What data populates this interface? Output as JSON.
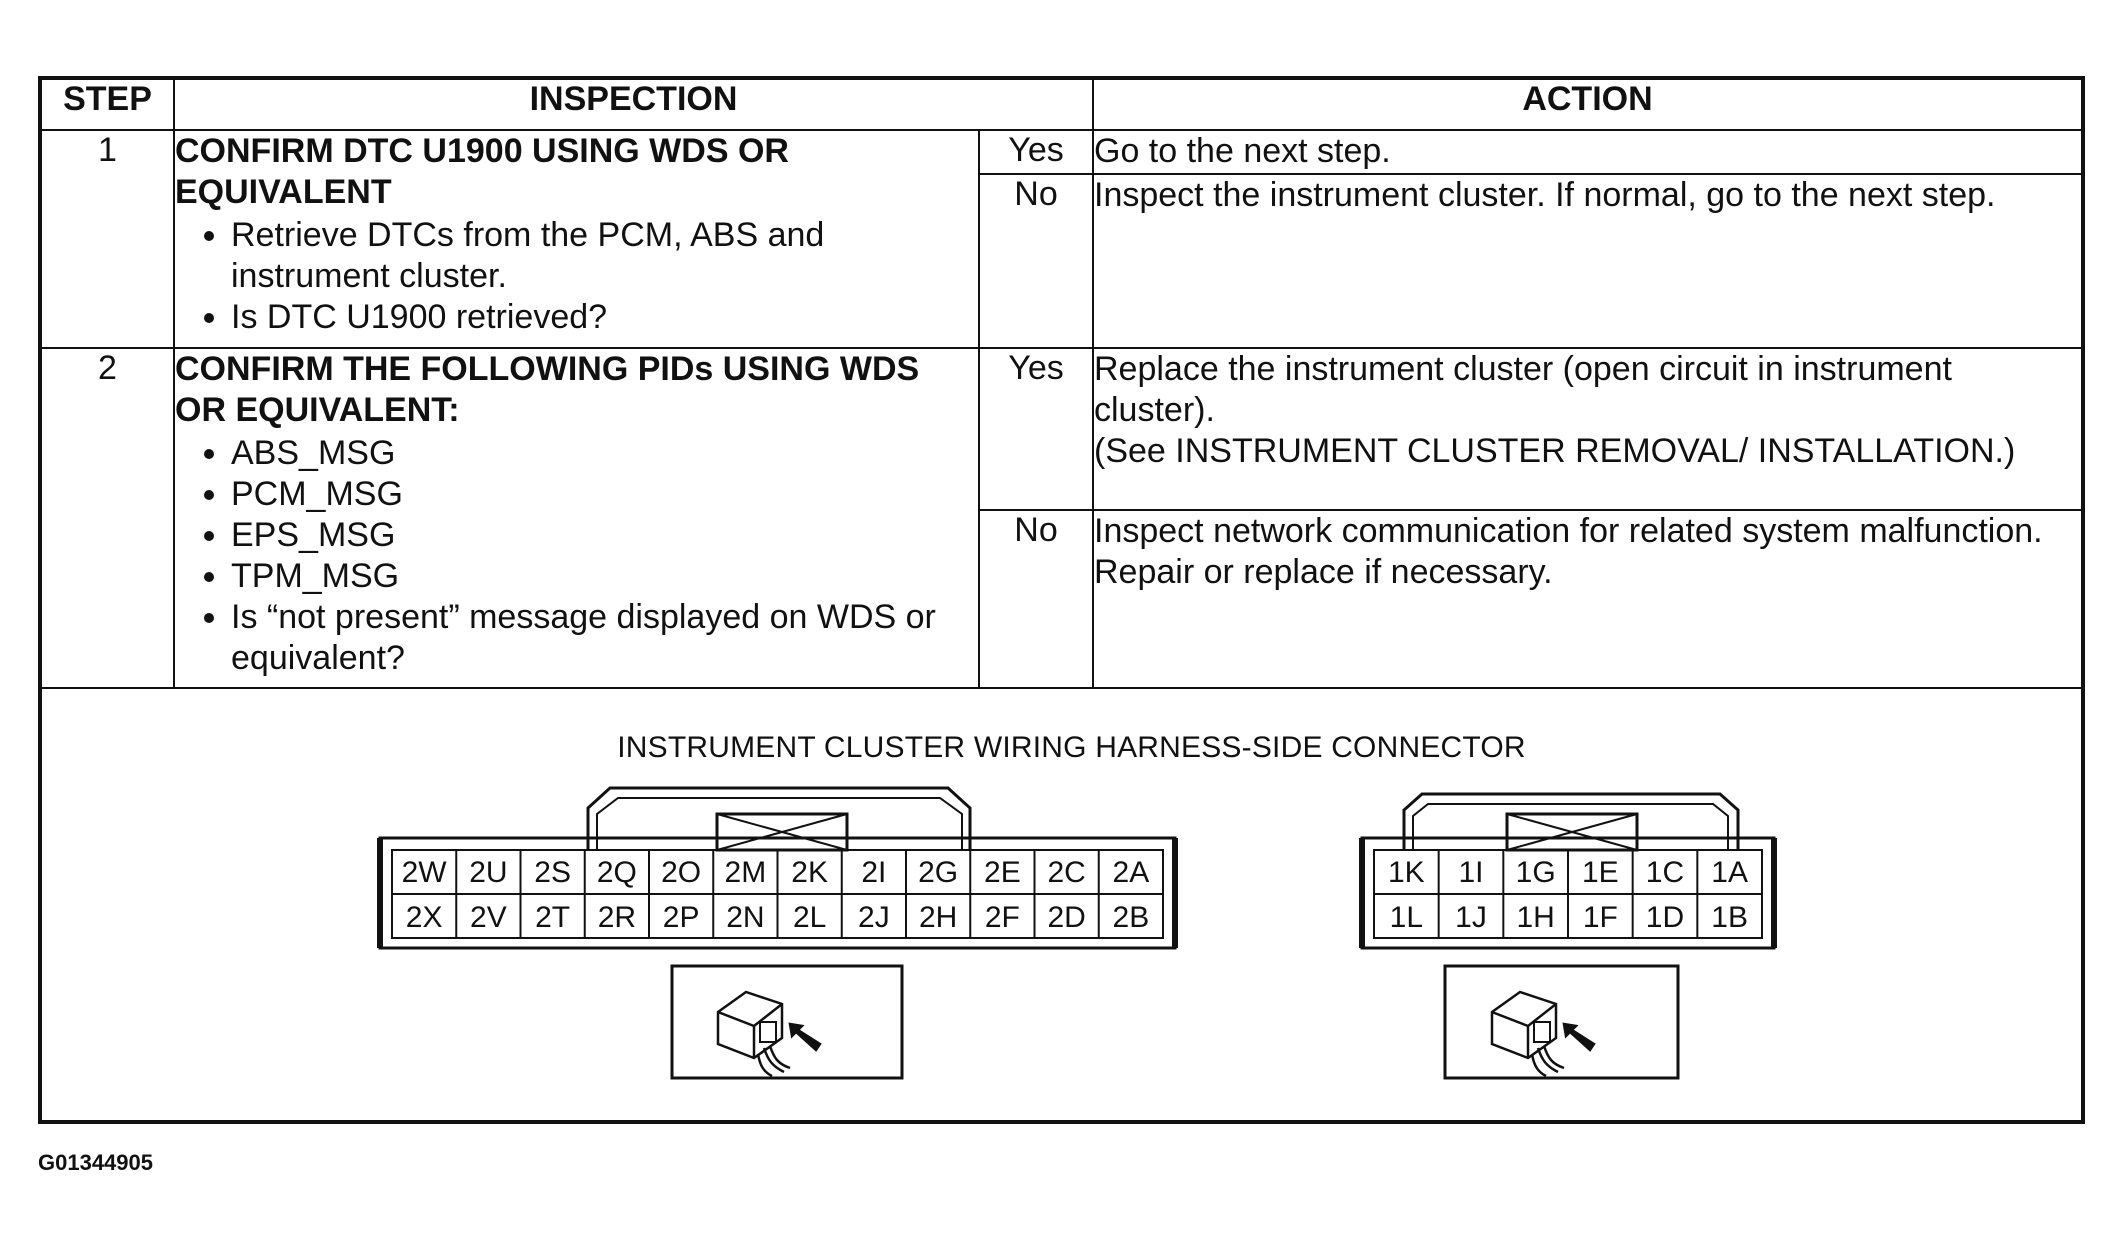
{
  "table": {
    "headers": {
      "step": "STEP",
      "inspection": "INSPECTION",
      "action": "ACTION"
    },
    "rows": [
      {
        "step": "1",
        "title": "CONFIRM DTC U1900 USING WDS OR EQUIVALENT",
        "bullets": [
          "Retrieve DTCs from the PCM, ABS and instrument cluster.",
          "Is DTC U1900 retrieved?"
        ],
        "yes_label": "Yes",
        "yes_action": "Go to the next step.",
        "no_label": "No",
        "no_action": "Inspect the instrument cluster. If normal, go to the next step."
      },
      {
        "step": "2",
        "title": "CONFIRM THE FOLLOWING PIDs USING WDS OR EQUIVALENT:",
        "bullets": [
          "ABS_MSG",
          "PCM_MSG",
          "EPS_MSG",
          "TPM_MSG",
          "Is “not present” message displayed on WDS or equivalent?"
        ],
        "yes_label": "Yes",
        "yes_action": "Replace the instrument cluster (open circuit in instrument cluster).\n(See INSTRUMENT CLUSTER REMOVAL/ INSTALLATION.)",
        "no_label": "No",
        "no_action": "Inspect network communication for related system malfunction.\nRepair or replace if necessary."
      }
    ]
  },
  "figure": {
    "title": "INSTRUMENT CLUSTER WIRING HARNESS-SIDE CONNECTOR",
    "connector_2": {
      "top_row": [
        "2W",
        "2U",
        "2S",
        "2Q",
        "2O",
        "2M",
        "2K",
        "2I",
        "2G",
        "2E",
        "2C",
        "2A"
      ],
      "bottom_row": [
        "2X",
        "2V",
        "2T",
        "2R",
        "2P",
        "2N",
        "2L",
        "2J",
        "2H",
        "2F",
        "2D",
        "2B"
      ]
    },
    "connector_1": {
      "top_row": [
        "1K",
        "1I",
        "1G",
        "1E",
        "1C",
        "1A"
      ],
      "bottom_row": [
        "1L",
        "1J",
        "1H",
        "1F",
        "1D",
        "1B"
      ]
    },
    "view_icon": "connector-view-arrow-icon"
  },
  "footer_id": "G01344905"
}
